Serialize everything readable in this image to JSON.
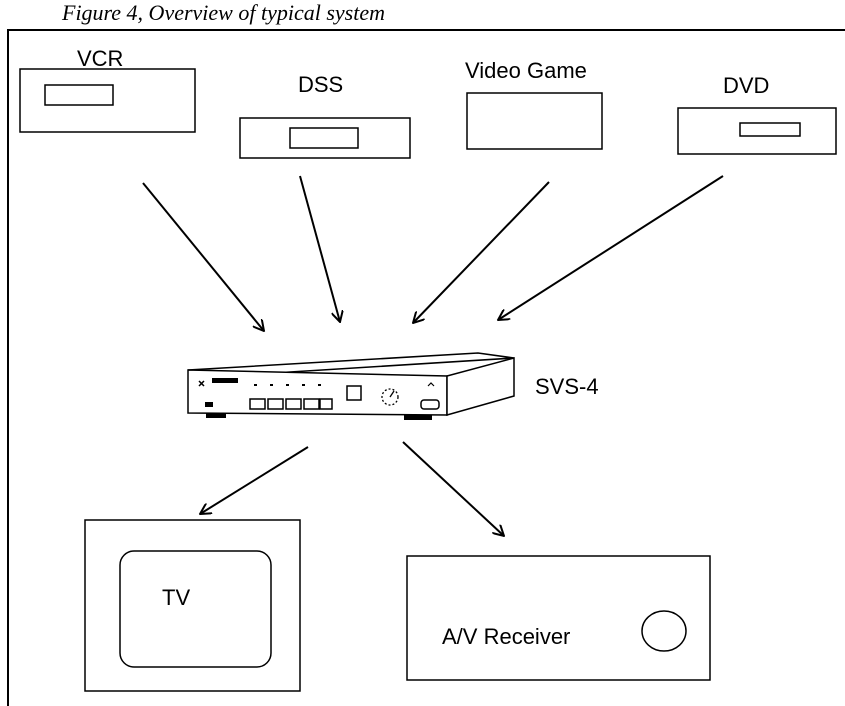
{
  "caption": "Figure 4, Overview of typical system",
  "sources": [
    {
      "id": "vcr",
      "label": "VCR"
    },
    {
      "id": "dss",
      "label": "DSS"
    },
    {
      "id": "video-game",
      "label": "Video Game"
    },
    {
      "id": "dvd",
      "label": "DVD"
    }
  ],
  "switcher": {
    "label": "SVS-4"
  },
  "outputs": [
    {
      "id": "tv",
      "label": "TV"
    },
    {
      "id": "av-receiver",
      "label": "A/V Receiver"
    }
  ]
}
